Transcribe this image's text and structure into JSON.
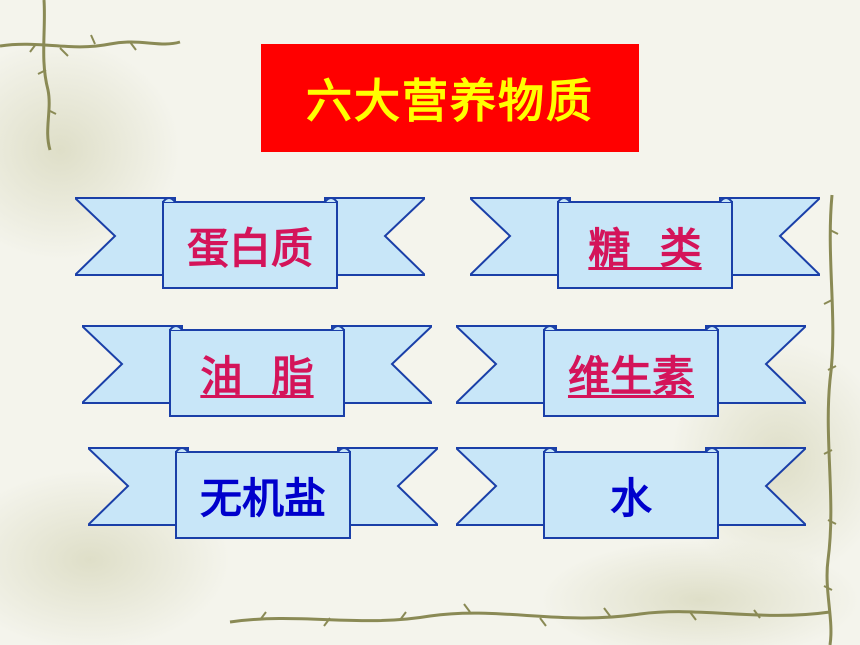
{
  "slide": {
    "title": "六大营养物质",
    "title_bg": "#ff0000",
    "title_color": "#ffff00",
    "banner_fill": "#c8e6f8",
    "banner_stroke": "#1a3fa8"
  },
  "nutrients": [
    {
      "label": "蛋白质",
      "color": "#d4145a",
      "underlined": false
    },
    {
      "label": "糖  类",
      "color": "#d4145a",
      "underlined": true
    },
    {
      "label": "油  脂",
      "color": "#d4145a",
      "underlined": true
    },
    {
      "label": "维生素",
      "color": "#d4145a",
      "underlined": true
    },
    {
      "label": "无机盐",
      "color": "#0000cc",
      "underlined": false
    },
    {
      "label": "水",
      "color": "#0000cc",
      "underlined": false
    }
  ]
}
